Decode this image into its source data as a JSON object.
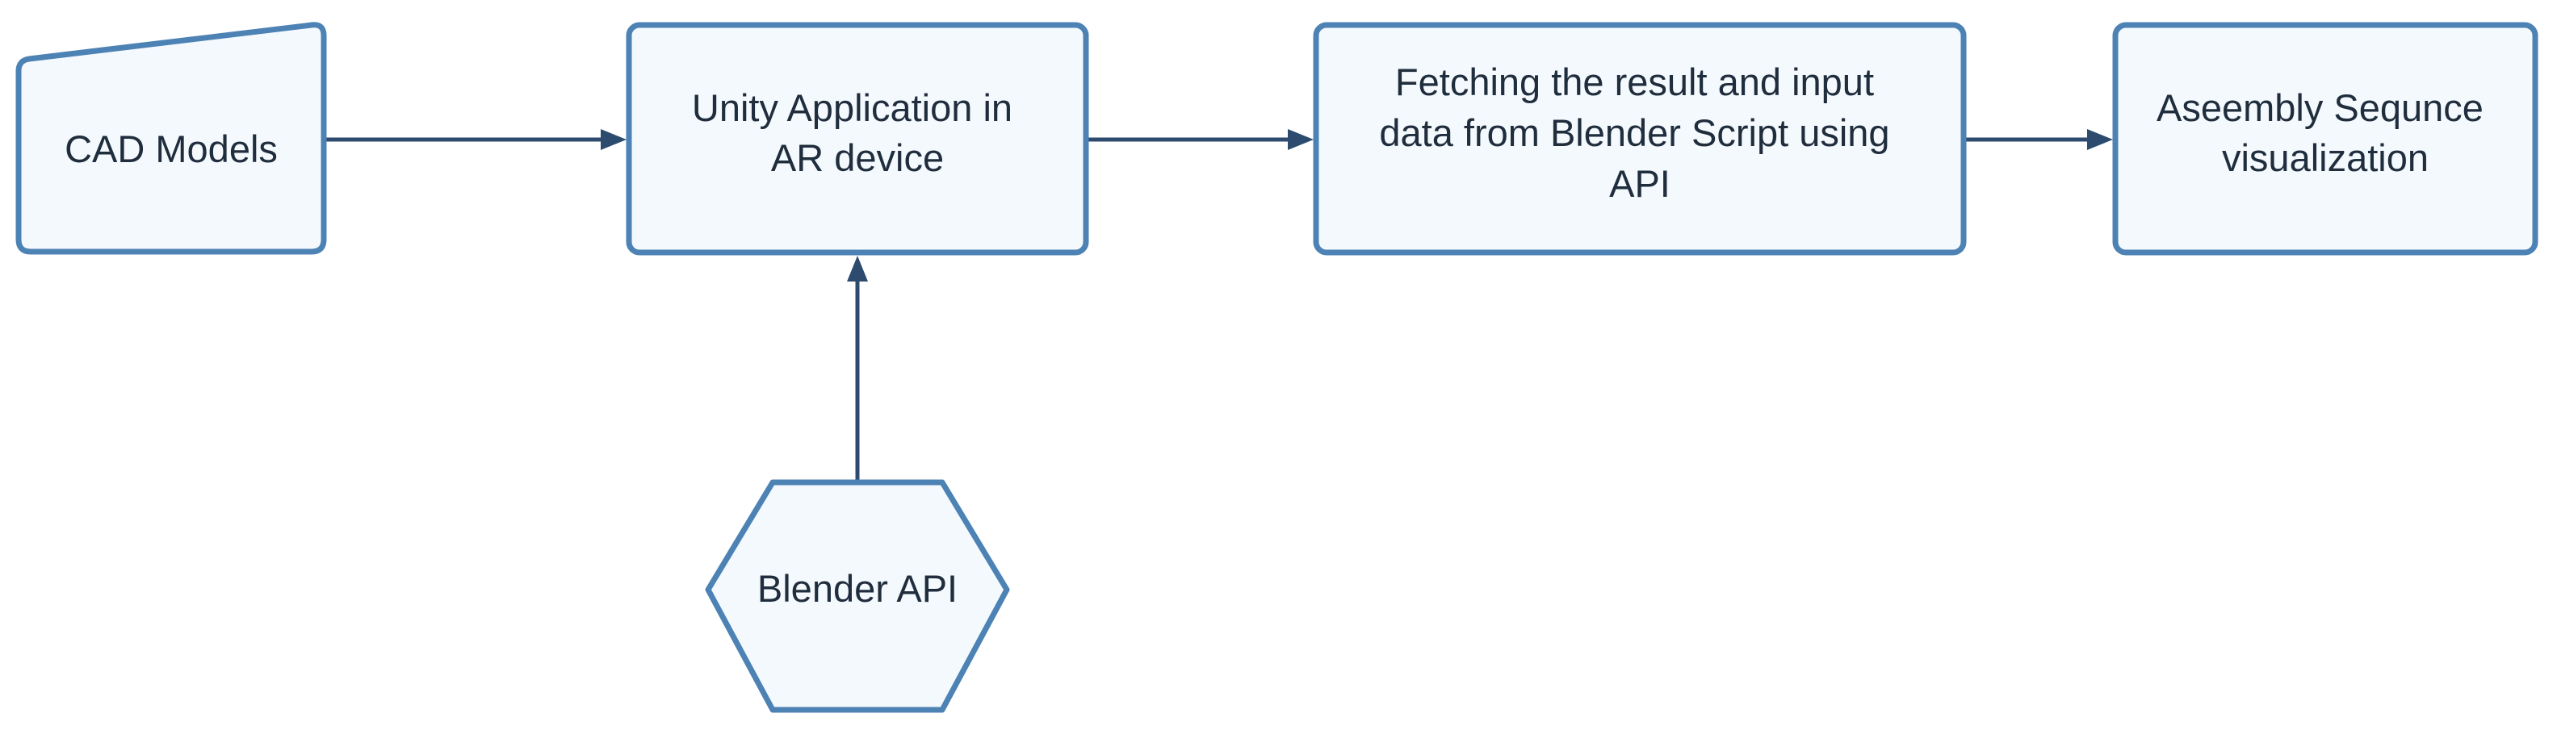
{
  "nodes": {
    "cad_models": {
      "shape": "manual-input",
      "lines": [
        "CAD Models"
      ]
    },
    "unity_app": {
      "shape": "rounded-rectangle",
      "lines": [
        "Unity Application in",
        "AR device"
      ]
    },
    "fetching": {
      "shape": "rounded-rectangle",
      "lines": [
        "Fetching the result and input",
        "data from Blender Script using",
        "API"
      ]
    },
    "assembly_viz": {
      "shape": "rounded-rectangle",
      "lines": [
        "Aseembly Sequnce",
        "visualization"
      ]
    },
    "blender_api": {
      "shape": "hexagon",
      "lines": [
        "Blender API"
      ]
    }
  },
  "edges": [
    {
      "from": "CAD Models",
      "to": "Unity Application in AR device"
    },
    {
      "from": "Unity Application in AR device",
      "to": "Fetching the result and input data from Blender Script using API"
    },
    {
      "from": "Fetching the result and input data from Blender Script using API",
      "to": "Aseembly Sequnce visualization"
    },
    {
      "from": "Blender API",
      "to": "Unity Application in AR device"
    }
  ],
  "colors": {
    "node_fill": "#f4f9fd",
    "node_border": "#4c82b4",
    "connector": "#2c4b6e",
    "text": "#1f2d3d"
  }
}
